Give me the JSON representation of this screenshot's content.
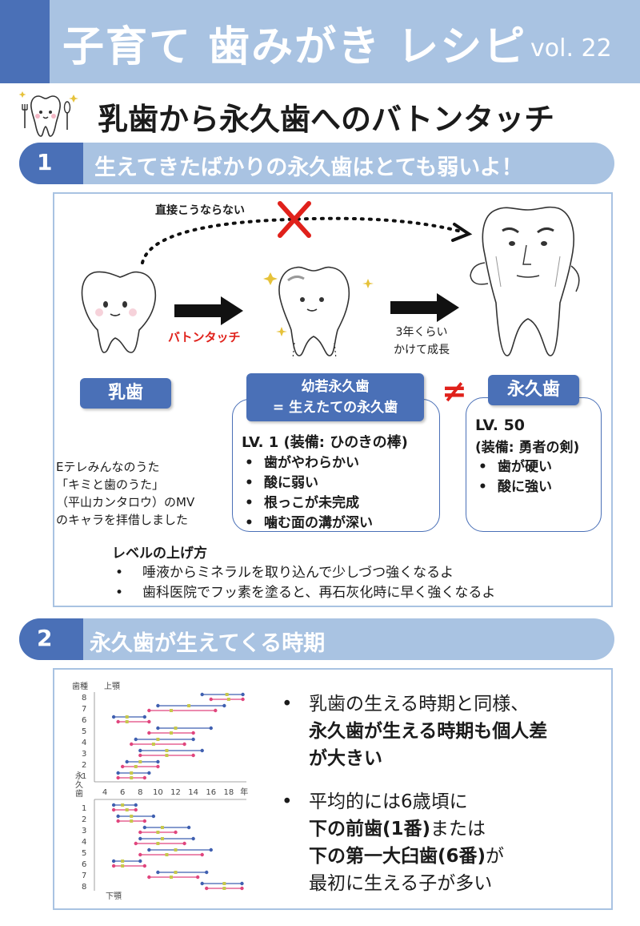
{
  "header": {
    "title": "子育て 歯みがき レシピ",
    "vol": "vol. 22"
  },
  "main_title": "乳歯から永久歯へのバトンタッチ",
  "section1": {
    "num": "1",
    "title": "生えてきたばかりの永久歯はとても弱いよ！"
  },
  "diagram": {
    "direct_label": "直接こうならない",
    "baton_label": "バトンタッチ",
    "grow_label_1": "3年くらい",
    "grow_label_2": "かけて成長",
    "not_equal": "≠"
  },
  "baby_tooth": {
    "label": "乳歯"
  },
  "young_tooth": {
    "label_1": "幼若永久歯",
    "label_2": "= 生えたての永久歯",
    "level": "LV. 1 (装備: ひのきの棒)",
    "points": [
      "歯がやわらかい",
      "酸に弱い",
      "根っこが未完成",
      "噛む面の溝が深い"
    ]
  },
  "permanent_tooth": {
    "label": "永久歯",
    "level": "LV. 50",
    "equip": "(装備: 勇者の剣)",
    "points": [
      "歯が硬い",
      "酸に強い"
    ]
  },
  "note": {
    "lines": [
      "Eテレみんなのうた",
      "「キミと歯のうた」",
      "（平山カンタロウ）のMV",
      "のキャラを拝借しました"
    ]
  },
  "level_up": {
    "title": "レベルの上げ方",
    "items": [
      "唾液からミネラルを取り込んで少しづつ強くなるよ",
      "歯科医院でフッ素を塗ると、再石灰化時に早く強くなるよ"
    ]
  },
  "section2": {
    "num": "2",
    "title": "永久歯が生えてくる時期"
  },
  "chart_data": {
    "type": "range",
    "labels": {
      "tooth_type": "歯種",
      "upper": "上顎",
      "lower": "下顎",
      "permanent": "永久歯",
      "year_unit": "年"
    },
    "x_ticks": [
      "4",
      "6",
      "8",
      "10",
      "12",
      "14",
      "16",
      "18"
    ],
    "xlim": [
      3,
      20
    ],
    "upper": [
      {
        "tooth": "8",
        "rows": [
          [
            15,
            17.8,
            19.6
          ],
          [
            16,
            18,
            19.6
          ]
        ]
      },
      {
        "tooth": "7",
        "rows": [
          [
            10,
            13.5,
            17.5
          ],
          [
            9,
            11.5,
            16.5
          ]
        ]
      },
      {
        "tooth": "6",
        "rows": [
          [
            5,
            6.5,
            8.5
          ],
          [
            5.5,
            6.5,
            9
          ]
        ]
      },
      {
        "tooth": "5",
        "rows": [
          [
            10,
            12,
            16
          ],
          [
            9,
            11.5,
            14
          ]
        ]
      },
      {
        "tooth": "4",
        "rows": [
          [
            7.5,
            10,
            14
          ],
          [
            7,
            9.5,
            13
          ]
        ]
      },
      {
        "tooth": "3",
        "rows": [
          [
            8,
            11,
            15
          ],
          [
            8,
            11,
            14
          ]
        ]
      },
      {
        "tooth": "2",
        "rows": [
          [
            6.5,
            8,
            10
          ],
          [
            6,
            7.5,
            10
          ]
        ]
      },
      {
        "tooth": "1",
        "rows": [
          [
            5.5,
            7,
            9
          ],
          [
            5.5,
            7,
            8.5
          ]
        ]
      }
    ],
    "lower": [
      {
        "tooth": "1",
        "rows": [
          [
            5,
            6,
            7.5
          ],
          [
            5,
            6.5,
            7.5
          ]
        ]
      },
      {
        "tooth": "2",
        "rows": [
          [
            5.5,
            7,
            9.5
          ],
          [
            5.5,
            7,
            8.5
          ]
        ]
      },
      {
        "tooth": "3",
        "rows": [
          [
            8.5,
            10.5,
            13.5
          ],
          [
            8,
            10,
            12
          ]
        ]
      },
      {
        "tooth": "4",
        "rows": [
          [
            8,
            10.5,
            14
          ],
          [
            7.5,
            10,
            13
          ]
        ]
      },
      {
        "tooth": "5",
        "rows": [
          [
            9,
            12,
            16
          ],
          [
            8,
            11,
            15
          ]
        ]
      },
      {
        "tooth": "6",
        "rows": [
          [
            5,
            6,
            8
          ],
          [
            5,
            6,
            8.5
          ]
        ]
      },
      {
        "tooth": "7",
        "rows": [
          [
            10,
            12,
            15.5
          ],
          [
            9,
            11.5,
            14.5
          ]
        ]
      },
      {
        "tooth": "8",
        "rows": [
          [
            15,
            17.5,
            19.5
          ],
          [
            15.5,
            17.5,
            19.5
          ]
        ]
      }
    ]
  },
  "info": {
    "item1": {
      "line1": "乳歯の生える時期と同様、",
      "line2": "永久歯が生える時期も個人差",
      "line3": "が大きい"
    },
    "item2": {
      "line1": "平均的には6歳頃に",
      "line2_bold": "下の前歯(1番)",
      "line2_rest": "または",
      "line3_bold": "下の第一大臼歯(6番)",
      "line3_rest": "が",
      "line4": "最初に生える子が多い"
    }
  },
  "colors": {
    "accent": "#4a70b7",
    "light": "#a9c3e2",
    "red": "#e0211b",
    "series_blue": "#3f5fb0",
    "series_pink": "#e0457d",
    "marker_yellow": "#c7c84a"
  }
}
